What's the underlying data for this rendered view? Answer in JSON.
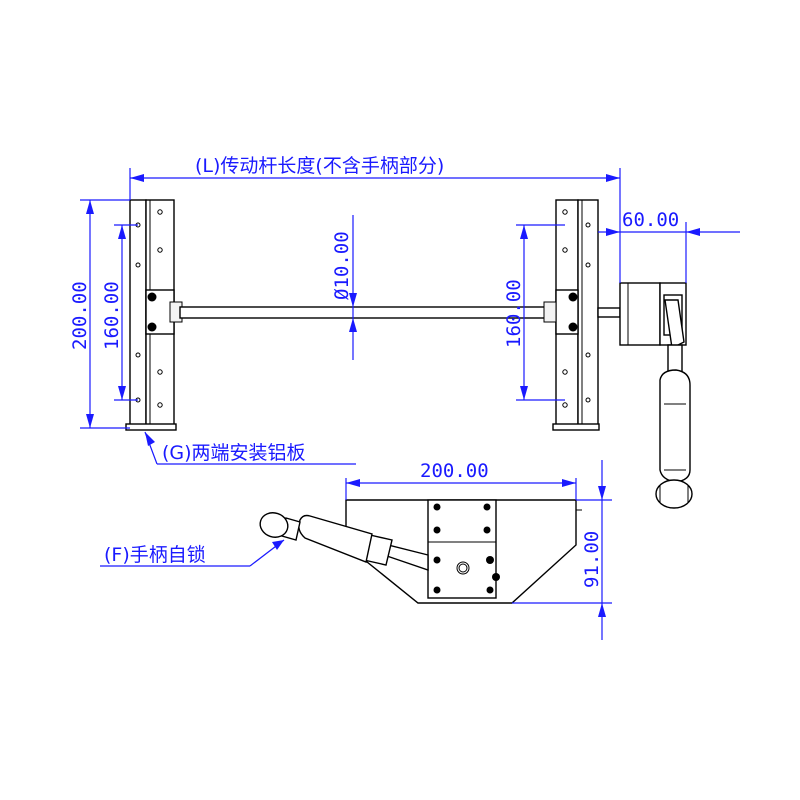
{
  "labels": {
    "rod_length": "(L)传动杆长度(不含手柄部分)",
    "end_plates": "(G)两端安装铝板",
    "handle_lock": "(F)手柄自锁"
  },
  "dimensions": {
    "crank_offset": "60.00",
    "rod_diameter": "Ø10.00",
    "plate_height": "200.00",
    "hole_spacing_left": "160.00",
    "hole_spacing_right": "160.00",
    "side_width": "200.00",
    "side_height": "91.00"
  },
  "colors": {
    "dimension": "#1a1aff",
    "outline": "#000000"
  }
}
